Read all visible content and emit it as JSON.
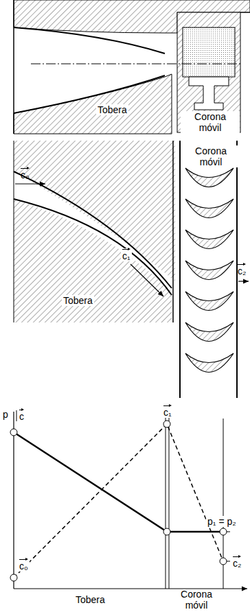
{
  "diagram": {
    "labels": [
      "Tobera",
      "Corona móvil",
      "Corona móvil",
      "c₀",
      "Tobera",
      "c₁",
      "c₂",
      "p",
      "c",
      "c₁",
      "c₀",
      "p₁ = p₂",
      "c₂",
      "Tobera",
      "Corona móvil"
    ]
  }
}
